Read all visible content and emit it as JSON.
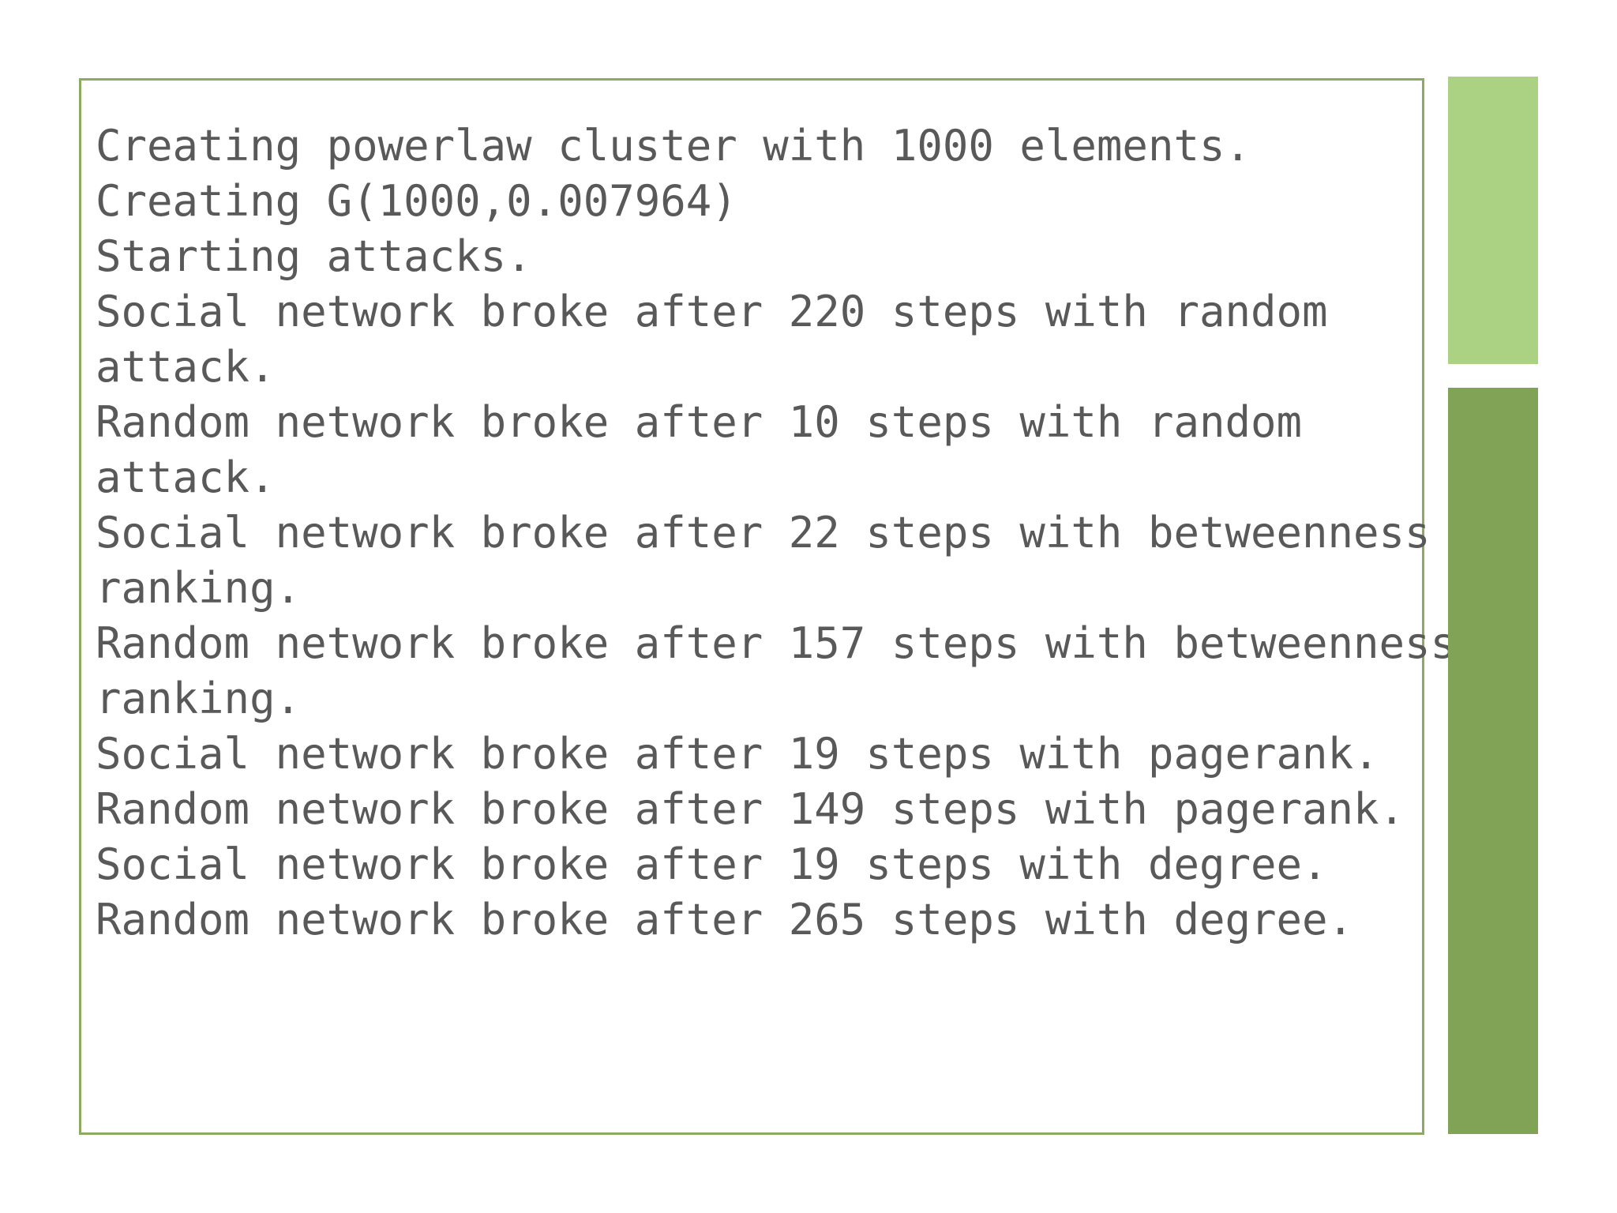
{
  "slide": {
    "background_color": "#ffffff",
    "console": {
      "text_color": "#595959",
      "border_color": "#8caa60",
      "lines": [
        "Creating powerlaw cluster with 1000 elements.",
        "Creating G(1000,0.007964)",
        "Starting attacks.",
        "Social network broke after 220 steps with random",
        "attack.",
        "Random network broke after 10 steps with random",
        "attack.",
        "Social network broke after 22 steps with betweenness",
        "ranking.",
        "Random network broke after 157 steps with betweenness",
        "ranking.",
        "Social network broke after 19 steps with pagerank.",
        "Random network broke after 149 steps with pagerank.",
        "Social network broke after 19 steps with degree.",
        "Random network broke after 265 steps with degree."
      ]
    },
    "decor": {
      "light_bar_color": "#abd183",
      "dark_bar_color": "#80a356"
    }
  }
}
